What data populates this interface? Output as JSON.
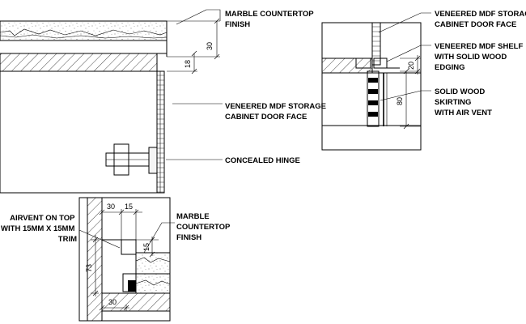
{
  "labels": {
    "marble_finish_a": [
      "MARBLE COUNTERTOP",
      "FINISH"
    ],
    "door_face_a": [
      "VENEERED MDF STORAGE",
      "CABINET DOOR FACE"
    ],
    "hinge": [
      "CONCEALED HINGE"
    ],
    "door_face_b": [
      "VENEERED MDF STORAGE",
      "CABINET DOOR FACE"
    ],
    "shelf": [
      "VENEERED MDF SHELF",
      "WITH SOLID WOOD",
      "EDGING"
    ],
    "skirting": [
      "SOLID WOOD",
      "SKIRTING",
      "WITH AIR VENT"
    ],
    "airvent": [
      "AIRVENT ON TOP",
      "WITH 15MM X 15MM",
      "TRIM"
    ],
    "marble_finish_c": [
      "MARBLE",
      "COUNTERTOP",
      "FINISH"
    ]
  },
  "dimensions": {
    "a_30": "30",
    "a_18": "18",
    "b_20": "20",
    "b_80": "80",
    "c_30_top": "30",
    "c_15_top": "15",
    "c_15_side": "15",
    "c_73": "73",
    "c_30_bottom": "30"
  }
}
